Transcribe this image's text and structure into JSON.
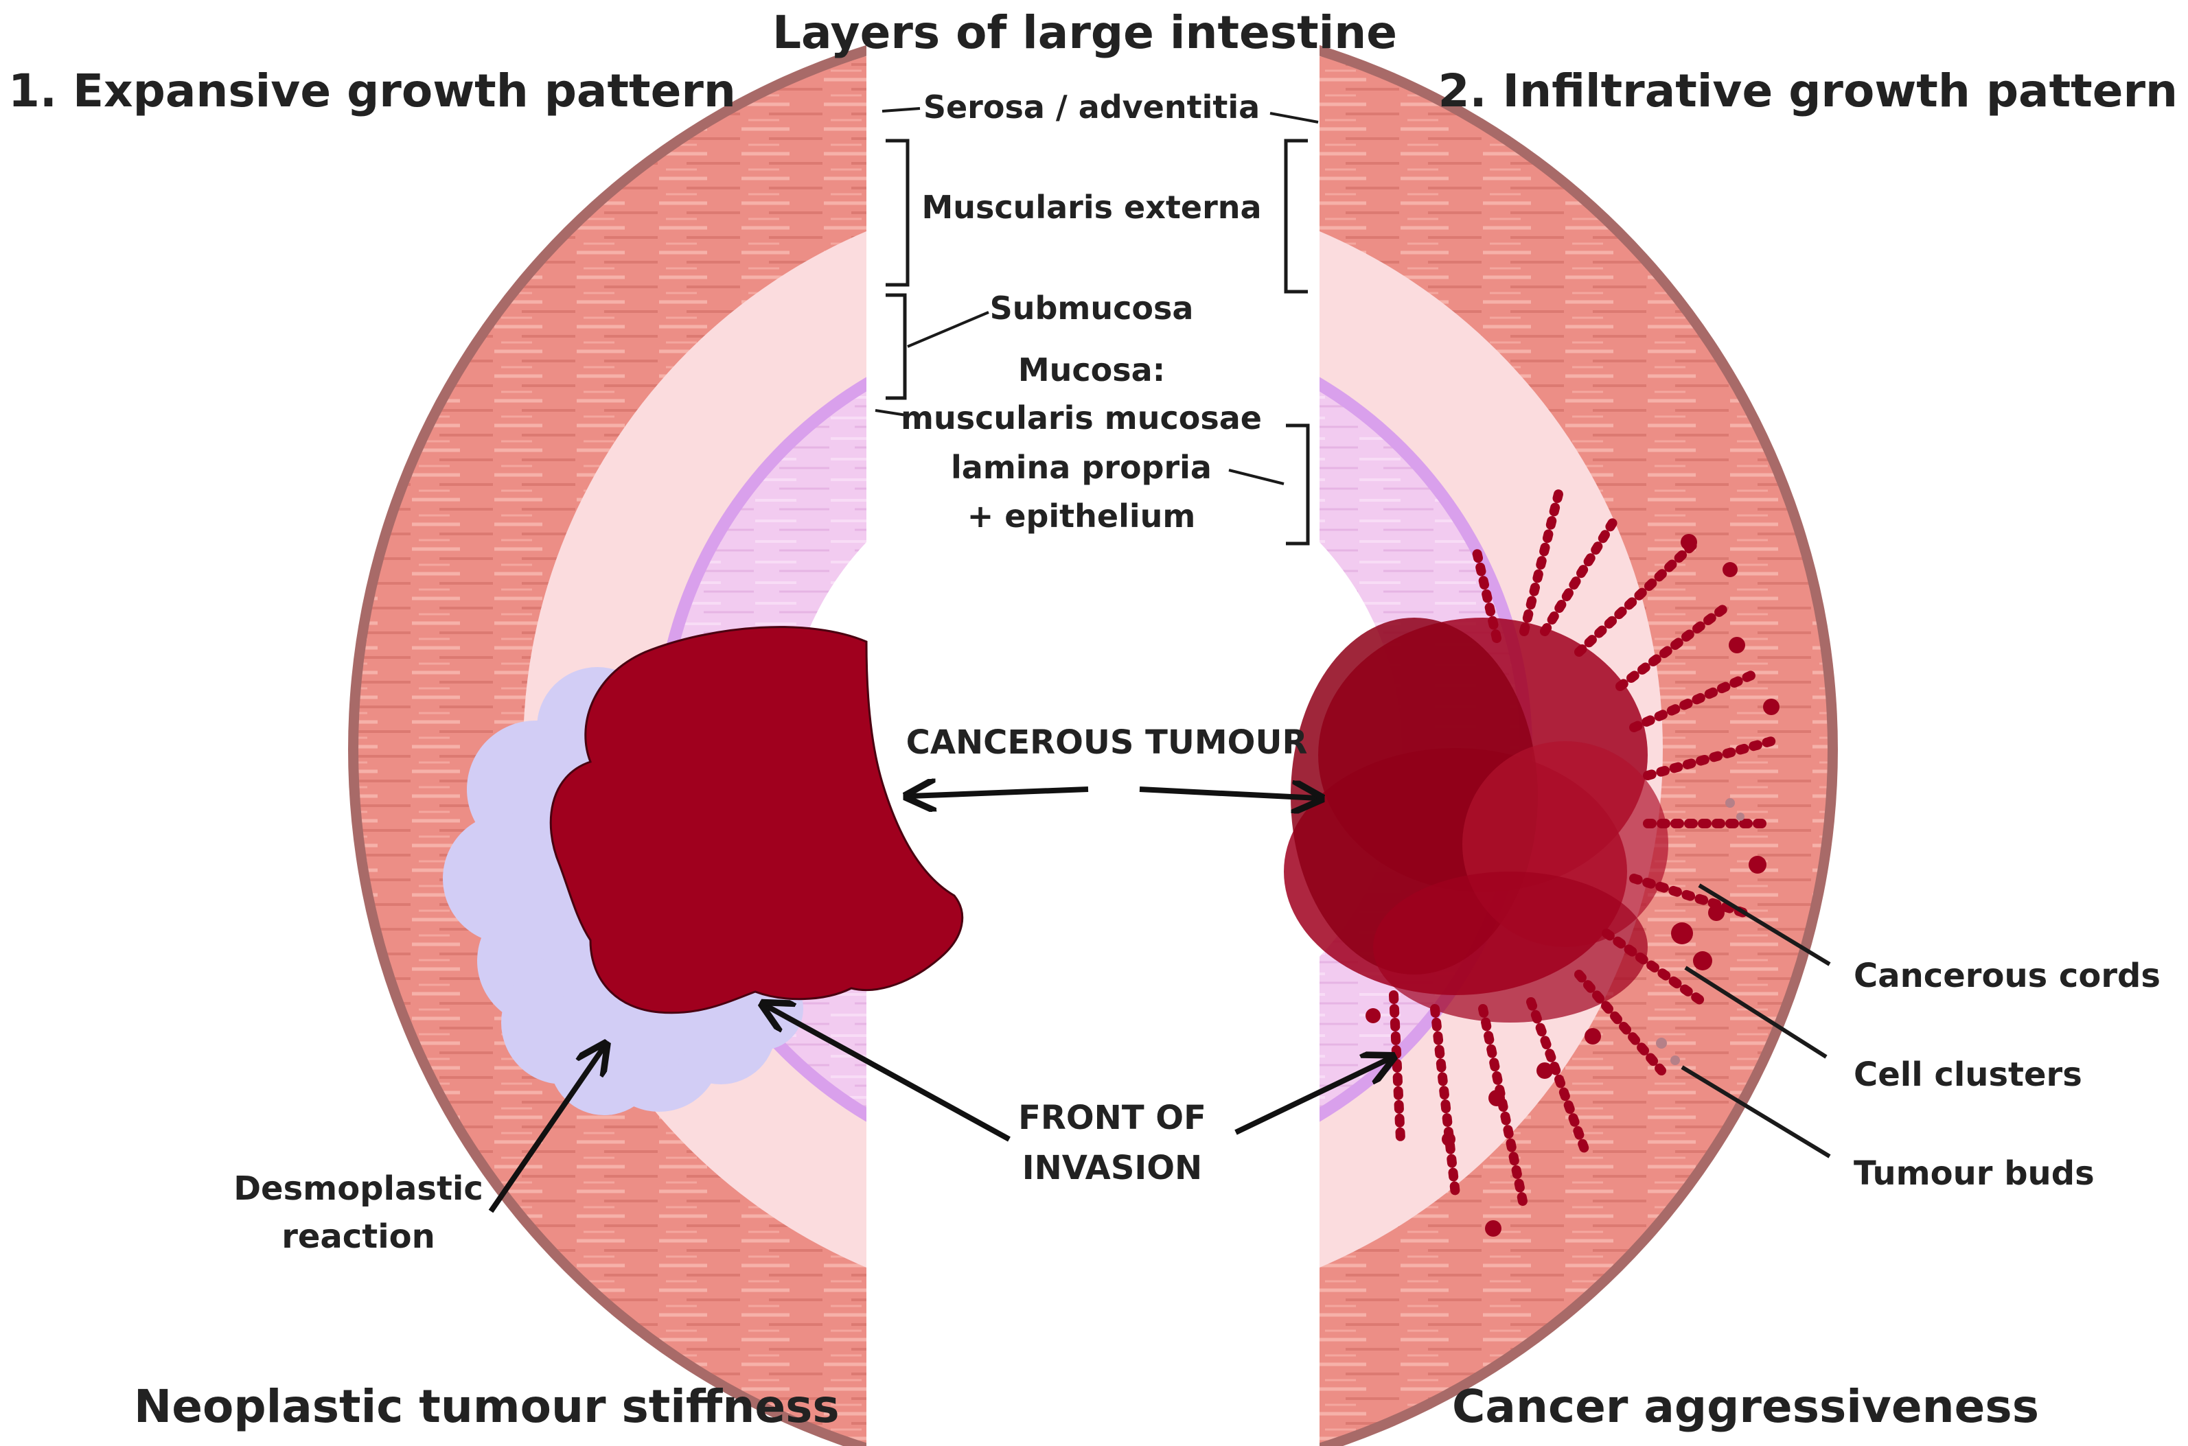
{
  "headings": {
    "title": "Layers of large intestine",
    "left": "1. Expansive growth pattern",
    "right": "2. Infiltrative growth pattern",
    "bottom_left": "Neoplastic tumour stiffness",
    "bottom_right": "Cancer aggressiveness"
  },
  "layers": {
    "serosa": "Serosa / adventitia",
    "muscularis_externa": "Muscularis externa",
    "submucosa": "Submucosa",
    "mucosa_line1": "Mucosa:",
    "mucosa_line2": "muscularis mucosae",
    "mucosa_line3": "lamina propria",
    "mucosa_line4": "+ epithelium"
  },
  "callouts": {
    "tumour": "CANCEROUS TUMOUR",
    "front_line1": "FRONT OF",
    "front_line2": "INVASION",
    "desmo_line1": "Desmoplastic",
    "desmo_line2": "reaction",
    "cords": "Cancerous cords",
    "clusters": "Cell clusters",
    "buds": "Tumour buds"
  },
  "colors": {
    "serosa": "#a86a68",
    "muscularis": "#ec8e86",
    "submucosa": "#fbdcde",
    "mucosa_border": "#d9a0ec",
    "mucosa": "#f2cbf0",
    "tumour": "#a0001e",
    "desmoplastic": "#d2cdf5"
  }
}
